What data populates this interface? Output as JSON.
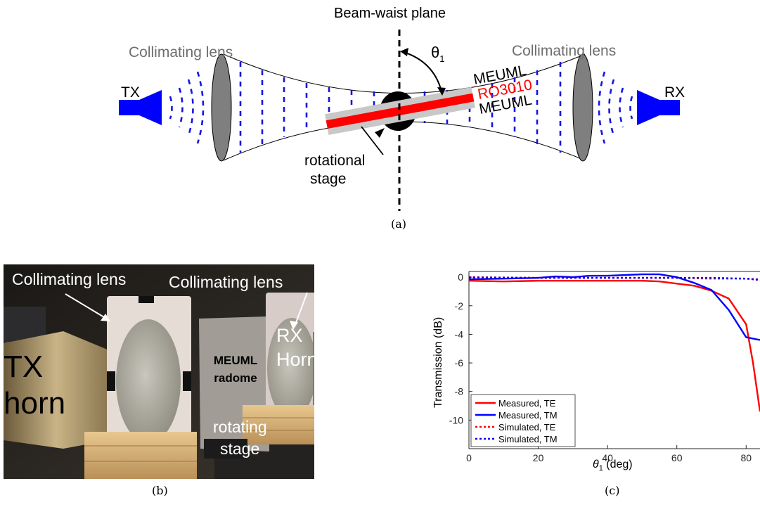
{
  "panel_a": {
    "beam_waist_label": "Beam-waist plane",
    "lens_label_left": "Collimating lens",
    "lens_label_right": "Collimating lens",
    "tx_label": "TX",
    "rx_label": "RX",
    "theta_label": "θ",
    "theta_sub": "1",
    "layer_top": "MEUML",
    "layer_mid": "RO3010",
    "layer_bottom": "MEUML",
    "stage_label_line1": "rotational",
    "stage_label_line2": "stage",
    "caption": "(a)",
    "colors": {
      "horn": "#0000ff",
      "wave": "#1515e0",
      "lens": "#7f7f7f",
      "core": "#ff0000",
      "cladding": "#c8c8c8"
    }
  },
  "panel_b": {
    "lens_label_left": "Collimating lens",
    "lens_label_right": "Collimating lens",
    "tx_label_1": "TX",
    "tx_label_2": "horn",
    "rx_label_1": "RX",
    "rx_label_2": "Horn",
    "radome_label_1": "MEUML",
    "radome_label_2": "radome",
    "stage_label_1": "rotating",
    "stage_label_2": "stage",
    "caption": "(b)"
  },
  "panel_c": {
    "caption": "(c)",
    "chart_data": {
      "type": "line",
      "xlabel": "θ1 (deg)",
      "xlabel_main": "θ",
      "xlabel_sub": "1",
      "xlabel_unit": " (deg)",
      "ylabel": "Transmission (dB)",
      "xlim": [
        0,
        84
      ],
      "ylim": [
        -12,
        0.4
      ],
      "xticks": [
        0,
        20,
        40,
        60,
        80
      ],
      "yticks": [
        0,
        -2,
        -4,
        -6,
        -8,
        -10
      ],
      "legend_position": "bottom-left",
      "series": [
        {
          "name": "Measured, TE",
          "color": "#ff0000",
          "dash": "solid",
          "x": [
            0,
            10,
            20,
            30,
            40,
            50,
            55,
            60,
            65,
            70,
            75,
            80,
            82,
            84
          ],
          "y": [
            -0.25,
            -0.3,
            -0.25,
            -0.25,
            -0.25,
            -0.25,
            -0.3,
            -0.45,
            -0.6,
            -0.95,
            -1.5,
            -3.3,
            -6.0,
            -9.4
          ]
        },
        {
          "name": "Measured, TM",
          "color": "#0000ff",
          "dash": "solid",
          "x": [
            0,
            10,
            20,
            25,
            30,
            35,
            40,
            45,
            50,
            55,
            60,
            65,
            70,
            75,
            80,
            84
          ],
          "y": [
            -0.15,
            -0.1,
            -0.05,
            0.05,
            0.0,
            0.1,
            0.1,
            0.15,
            0.2,
            0.2,
            0.0,
            -0.4,
            -0.9,
            -2.3,
            -4.2,
            -4.4
          ]
        },
        {
          "name": "Simulated, TE",
          "color": "#ff0000",
          "dash": "dotted",
          "x": [
            0,
            20,
            40,
            60,
            70,
            80,
            84
          ],
          "y": [
            0.0,
            -0.05,
            -0.05,
            -0.05,
            -0.1,
            -0.1,
            -0.15
          ]
        },
        {
          "name": "Simulated, TM",
          "color": "#0000ff",
          "dash": "dotted",
          "x": [
            0,
            20,
            40,
            60,
            70,
            80,
            84
          ],
          "y": [
            -0.02,
            -0.05,
            -0.05,
            -0.05,
            -0.05,
            -0.1,
            -0.2
          ]
        }
      ]
    }
  }
}
